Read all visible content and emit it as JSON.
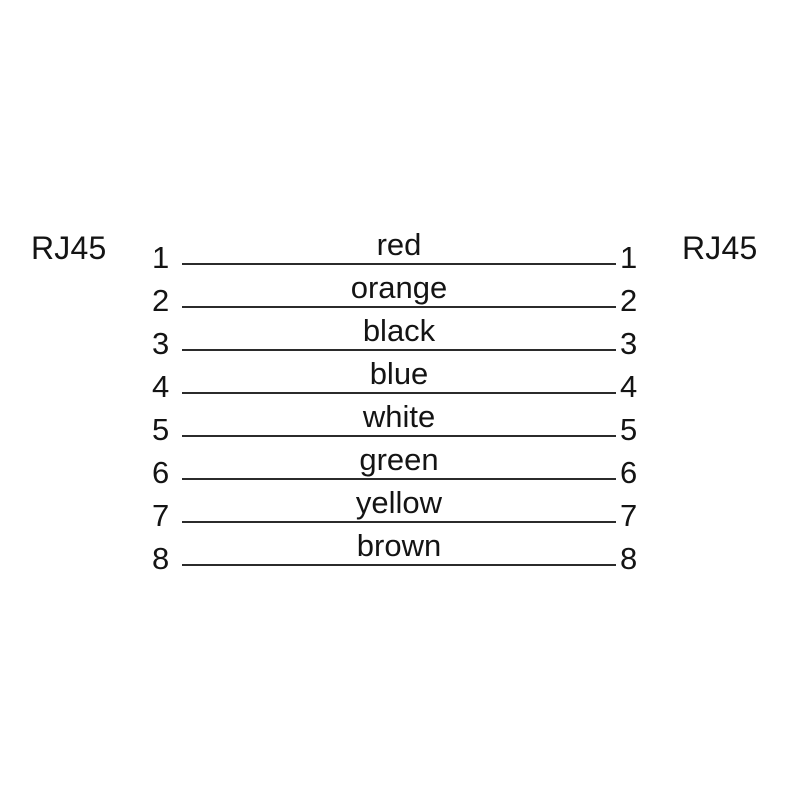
{
  "diagram": {
    "background_color": "#ffffff",
    "ink_color": "#141414",
    "line_color": "#2b2b2b",
    "left_connector": "RJ45",
    "right_connector": "RJ45",
    "wires": [
      {
        "pin_left": "1",
        "pin_right": "1",
        "color_name": "red"
      },
      {
        "pin_left": "2",
        "pin_right": "2",
        "color_name": "orange"
      },
      {
        "pin_left": "3",
        "pin_right": "3",
        "color_name": "black"
      },
      {
        "pin_left": "4",
        "pin_right": "4",
        "color_name": "blue"
      },
      {
        "pin_left": "5",
        "pin_right": "5",
        "color_name": "white"
      },
      {
        "pin_left": "6",
        "pin_right": "6",
        "color_name": "green"
      },
      {
        "pin_left": "7",
        "pin_right": "7",
        "color_name": "yellow"
      },
      {
        "pin_left": "8",
        "pin_right": "8",
        "color_name": "brown"
      }
    ]
  }
}
